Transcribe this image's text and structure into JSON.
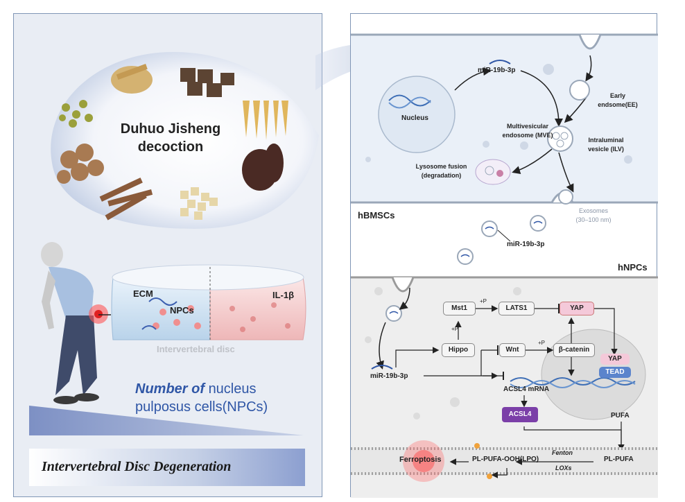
{
  "decoction": {
    "title_line1": "Duhuo Jisheng",
    "title_line2": "decoction"
  },
  "disc": {
    "ecm": "ECM",
    "npcs": "NPCs",
    "il1b": "IL-1β",
    "caption": "Intervertebral disc"
  },
  "npc_count": {
    "emphasis": "Number of",
    "rest_line1": "nucleus",
    "line2": "pulposus cells(NPCs)"
  },
  "banner": "Intervertebral Disc Degeneration",
  "bmsc": {
    "cell_label": "hBMSCs",
    "nucleus": "Nucleus",
    "mirna_top": "miR-19b-3p",
    "early_endosome_1": "Early",
    "early_endosome_2": "endsome(EE)",
    "mve_1": "Multivesicular",
    "mve_2": "endosome (MVE)",
    "ilv_1": "Intraluminal",
    "ilv_2": "vesicle (ILV)",
    "lyso_1": "Lysosome fusion",
    "lyso_2": "(degradation)",
    "exo_1": "Exosomes",
    "exo_2": "(30–100 nm)"
  },
  "free_mirna": "miR-19b-3p",
  "npc": {
    "cell_label": "hNPCs",
    "mst1": "Mst1",
    "lats1": "LATS1",
    "yap": "YAP",
    "p1": "+P",
    "p2": "+P",
    "p3": "+P",
    "hippo": "Hippo",
    "wnt": "Wnt",
    "bcatenin": "β-catenin",
    "yap2": "YAP",
    "tead": "TEAD",
    "mirna": "miR-19b-3p",
    "acsl4_mrna": "ACSL4 mRNA",
    "acsl4": "ACSL4",
    "pufa": "PUFA",
    "pl_pufa": "PL-PUFA",
    "fenton": "Fenton",
    "loxs": "LOXs",
    "pl_pufa_ooh": "PL-PUFA-OOH(LPO)",
    "ferroptosis": "Ferroptosis"
  },
  "colors": {
    "frame": "#7f95b5",
    "accent_blue": "#2f56a6",
    "yap_pink": "#f4c9d9",
    "acsl4_purple": "#7b3fa8",
    "tead_blue": "#5b84cc"
  }
}
